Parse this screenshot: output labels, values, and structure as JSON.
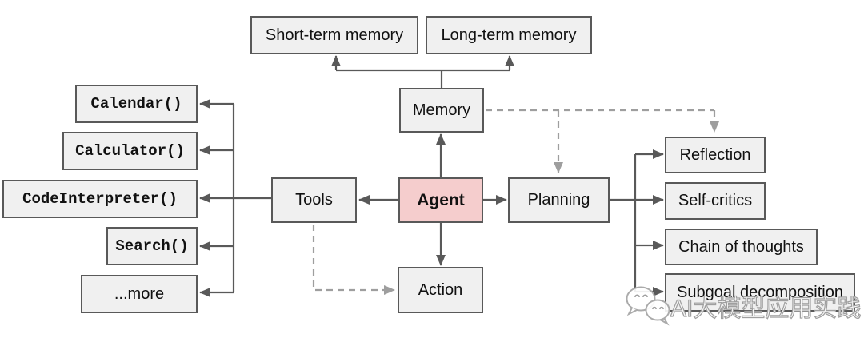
{
  "diagram": {
    "colors": {
      "background": "#ffffff",
      "box_fill": "#f0f0f0",
      "box_border": "#595959",
      "agent_fill": "#f5cdcd",
      "solid_line": "#595959",
      "dashed_line": "#9e9e9e"
    },
    "nodes": {
      "short_term_memory": {
        "label": "Short-term memory"
      },
      "long_term_memory": {
        "label": "Long-term memory"
      },
      "memory": {
        "label": "Memory"
      },
      "agent": {
        "label": "Agent"
      },
      "tools": {
        "label": "Tools"
      },
      "planning": {
        "label": "Planning"
      },
      "action": {
        "label": "Action"
      },
      "calendar": {
        "label": "Calendar()"
      },
      "calculator": {
        "label": "Calculator()"
      },
      "code_interpreter": {
        "label": "CodeInterpreter()"
      },
      "search": {
        "label": "Search()"
      },
      "more": {
        "label": "...more"
      },
      "reflection": {
        "label": "Reflection"
      },
      "self_critics": {
        "label": "Self-critics"
      },
      "chain_of_thoughts": {
        "label": "Chain of thoughts"
      },
      "subgoal_decomposition": {
        "label": "Subgoal decomposition"
      }
    },
    "edges": [
      {
        "from": "agent",
        "to": "memory",
        "style": "solid"
      },
      {
        "from": "agent",
        "to": "tools",
        "style": "solid"
      },
      {
        "from": "agent",
        "to": "planning",
        "style": "solid"
      },
      {
        "from": "agent",
        "to": "action",
        "style": "solid"
      },
      {
        "from": "memory",
        "to": "short_term_memory",
        "style": "solid"
      },
      {
        "from": "memory",
        "to": "long_term_memory",
        "style": "solid"
      },
      {
        "from": "tools",
        "to": "calendar",
        "style": "solid"
      },
      {
        "from": "tools",
        "to": "calculator",
        "style": "solid"
      },
      {
        "from": "tools",
        "to": "code_interpreter",
        "style": "solid"
      },
      {
        "from": "tools",
        "to": "search",
        "style": "solid"
      },
      {
        "from": "tools",
        "to": "more",
        "style": "solid"
      },
      {
        "from": "planning",
        "to": "reflection",
        "style": "solid"
      },
      {
        "from": "planning",
        "to": "self_critics",
        "style": "solid"
      },
      {
        "from": "planning",
        "to": "chain_of_thoughts",
        "style": "solid"
      },
      {
        "from": "planning",
        "to": "subgoal_decomposition",
        "style": "solid"
      },
      {
        "from": "tools",
        "to": "action",
        "style": "dashed"
      },
      {
        "from": "memory",
        "to": "planning",
        "style": "dashed"
      },
      {
        "from": "memory",
        "to": "reflection",
        "style": "dashed"
      }
    ]
  },
  "watermark": {
    "text": "AI大模型应用实践",
    "icon": "wechat-icon"
  }
}
